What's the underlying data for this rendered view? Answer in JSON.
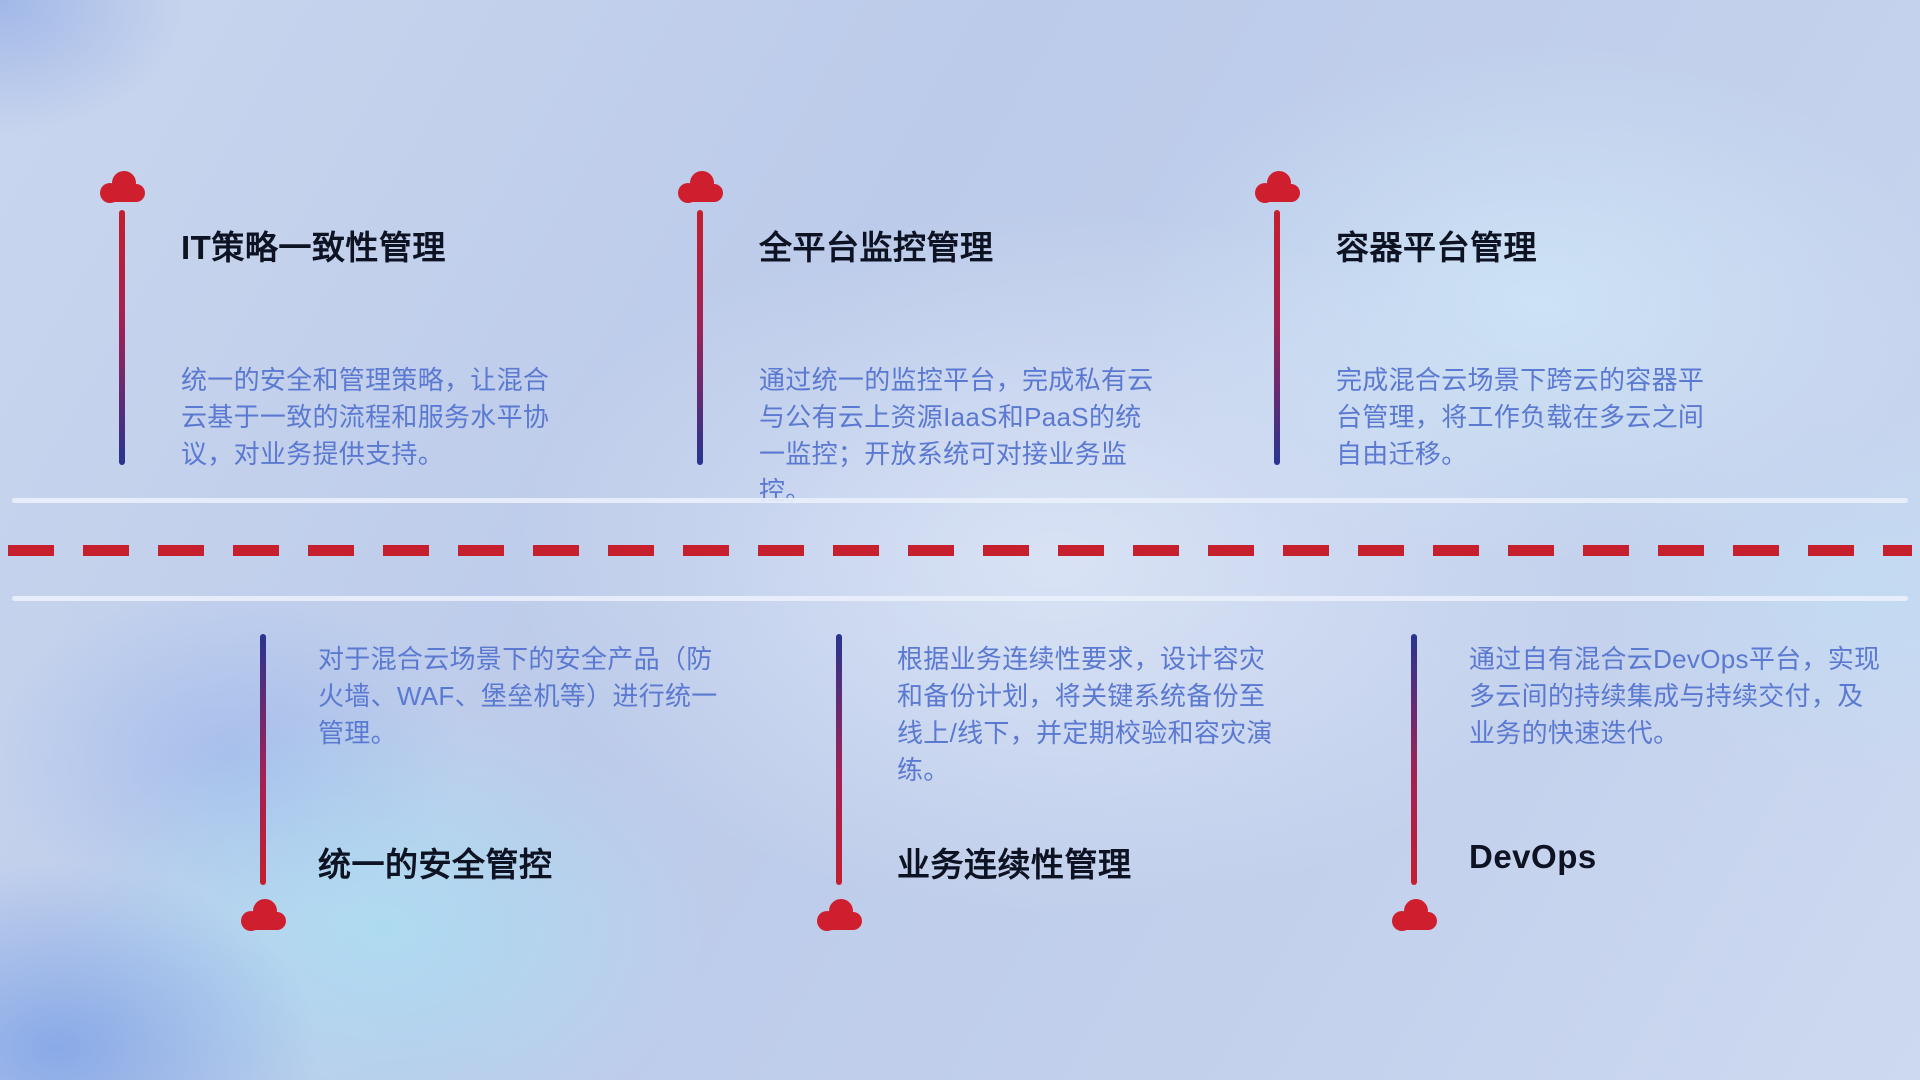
{
  "colors": {
    "accent_red": "#c6202e",
    "pole_blue": "#27358f",
    "title_text": "#0e1324",
    "description_text": "#5b79d0",
    "divider_light": "#e9effb"
  },
  "items": [
    {
      "title": "IT策略一致性管理",
      "desc": "统一的安全和管理策略，让混合云基于一致的流程和服务水平协议，对业务提供支持。"
    },
    {
      "title": "全平台监控管理",
      "desc": "通过统一的监控平台，完成私有云与公有云上资源IaaS和PaaS的统一监控；开放系统可对接业务监控。"
    },
    {
      "title": "容器平台管理",
      "desc": "完成混合云场景下跨云的容器平台管理，将工作负载在多云之间自由迁移。"
    },
    {
      "title": "统一的安全管控",
      "desc": "对于混合云场景下的安全产品（防火墙、WAF、堡垒机等）进行统一管理。"
    },
    {
      "title": "业务连续性管理",
      "desc": "根据业务连续性要求，设计容灾和备份计划，将关键系统备份至线上/线下，并定期校验和容灾演练。"
    },
    {
      "title": "DevOps",
      "desc": "通过自有混合云DevOps平台，实现多云间的持续集成与持续交付，及业务的快速迭代。"
    }
  ]
}
